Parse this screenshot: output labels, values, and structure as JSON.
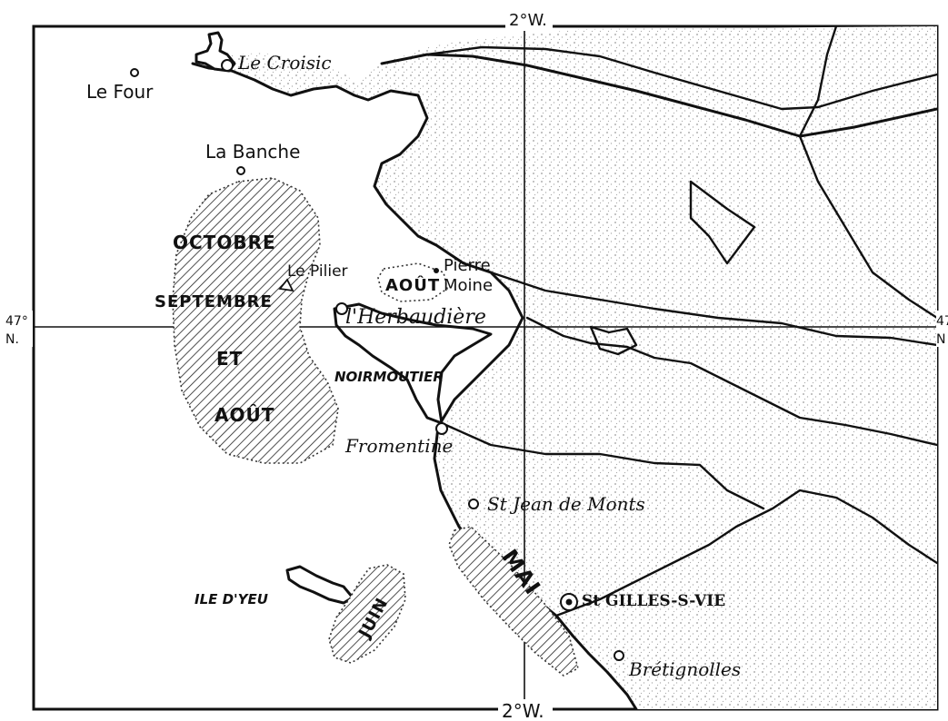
{
  "graticule": {
    "longitude_top": "2°W.",
    "longitude_bottom": "2°W.",
    "latitude_left": [
      "47°",
      "N."
    ],
    "latitude_right": [
      "47",
      "N"
    ]
  },
  "places": {
    "le_croisic": "Le Croisic",
    "le_four": "Le Four",
    "la_banche": "La Banche",
    "le_pilier": "Le Pilier",
    "pierre_moine": [
      "Pierre",
      "Moine"
    ],
    "herbaudiere": "l'Herbaudière",
    "noirmoutier": "NOIRMOUTIER",
    "fromentine": "Fromentine",
    "st_jean_de_monts": "St Jean de Monts",
    "ile_d_yeu": "ILE D'YEU",
    "st_gilles": "St GILLES-S-VIE",
    "bretignolles": "Brétignolles"
  },
  "zones": {
    "west_zone": [
      "OCTOBRE",
      "SEPTEMBRE",
      "ET",
      "AOÛT"
    ],
    "small_zone": "AOÛT",
    "coast_zone": "MAI",
    "yeu_zone": "JUIN"
  },
  "colors": {
    "ink": "#111111",
    "paper": "#ffffff",
    "land_stipple": "#bdbdbd"
  }
}
